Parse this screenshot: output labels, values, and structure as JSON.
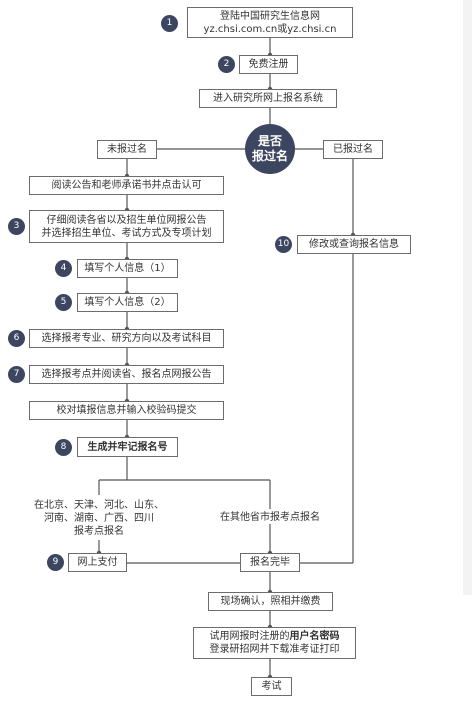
{
  "steps": {
    "s1": {
      "badge": "1",
      "line1": "登陆中国研究生信息网",
      "line2": "yz.chsi.com.cn或yz.chsi.cn"
    },
    "s2": {
      "badge": "2",
      "label": "免费注册"
    },
    "s_enter": {
      "label": "进入研究所网上报名系统"
    },
    "decision": {
      "line1": "是否",
      "line2": "报过名"
    },
    "not_registered": {
      "label": "未报过名"
    },
    "registered": {
      "label": "已报过名"
    },
    "read_announce": {
      "label": "阅读公告和老师承诺书并点击认可"
    },
    "s3": {
      "badge": "3",
      "line1": "仔细阅读各省以及招生单位网报公告",
      "line2": "并选择招生单位、考试方式及专项计划"
    },
    "s4": {
      "badge": "4",
      "label": "填写个人信息（1）"
    },
    "s5": {
      "badge": "5",
      "label": "填写个人信息（2）"
    },
    "s6": {
      "badge": "6",
      "label": "选择报考专业、研究方向以及考试科目"
    },
    "s7": {
      "badge": "7",
      "label": "选择报考点并阅读省、报名点网报公告"
    },
    "verify": {
      "label": "校对填报信息并输入校验码提交"
    },
    "s8": {
      "badge": "8",
      "label": "生成并牢记报名号"
    },
    "s10": {
      "badge": "10",
      "label": "修改或查询报名信息"
    },
    "branch_left": {
      "line1": "在北京、天津、河北、山东、",
      "line2": "河南、湖南、广西、四川",
      "line3": "报考点报名"
    },
    "branch_right": {
      "label": "在其他省市报考点报名"
    },
    "s9": {
      "badge": "9",
      "label": "网上支付"
    },
    "complete": {
      "label": "报名完毕"
    },
    "onsite": {
      "label": "现场确认，照相并缴费"
    },
    "print": {
      "line1_a": "试用网报时注册的",
      "line1_b": "用户名密码",
      "line2": "登录研招网并下载准考证打印"
    },
    "exam": {
      "label": "考试"
    }
  },
  "colors": {
    "line": "#555555",
    "badge": "#3d4660",
    "box_border": "#6c6c6c"
  }
}
